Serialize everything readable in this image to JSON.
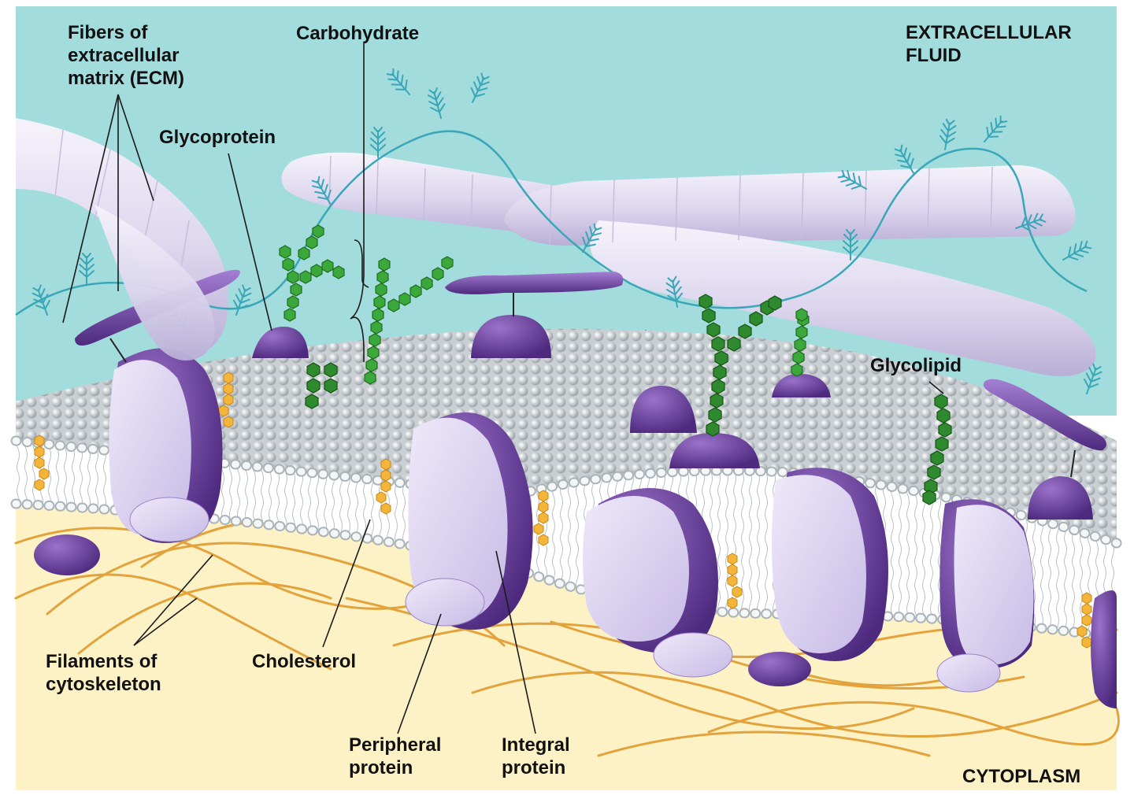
{
  "labels": {
    "ecm": [
      "Fibers of",
      "extracellular",
      "matrix (ECM)"
    ],
    "carbohydrate": "Carbohydrate",
    "extracellular_fluid": [
      "EXTRACELLULAR",
      "FLUID"
    ],
    "glycoprotein": "Glycoprotein",
    "glycolipid": "Glycolipid",
    "filaments": [
      "Filaments of",
      "cytoskeleton"
    ],
    "cholesterol": "Cholesterol",
    "peripheral": [
      "Peripheral",
      "protein"
    ],
    "integral": [
      "Integral",
      "protein"
    ],
    "cytoplasm": "CYTOPLASM"
  },
  "colors": {
    "extracellular_fluid": "#a3dcdc",
    "cytoplasm": "#fdf1c6",
    "protein_light": "#d9d0ee",
    "protein_dark": "#6a3d9a",
    "carbohydrate": "#3aa83a",
    "cholesterol": "#f3b63a",
    "cytoskeleton": "#e3a33c",
    "ecm_fiber": "#e2dcf0",
    "ecm_branch": "#3aa7b8",
    "phospholipid_head": "#e4e8ea"
  }
}
